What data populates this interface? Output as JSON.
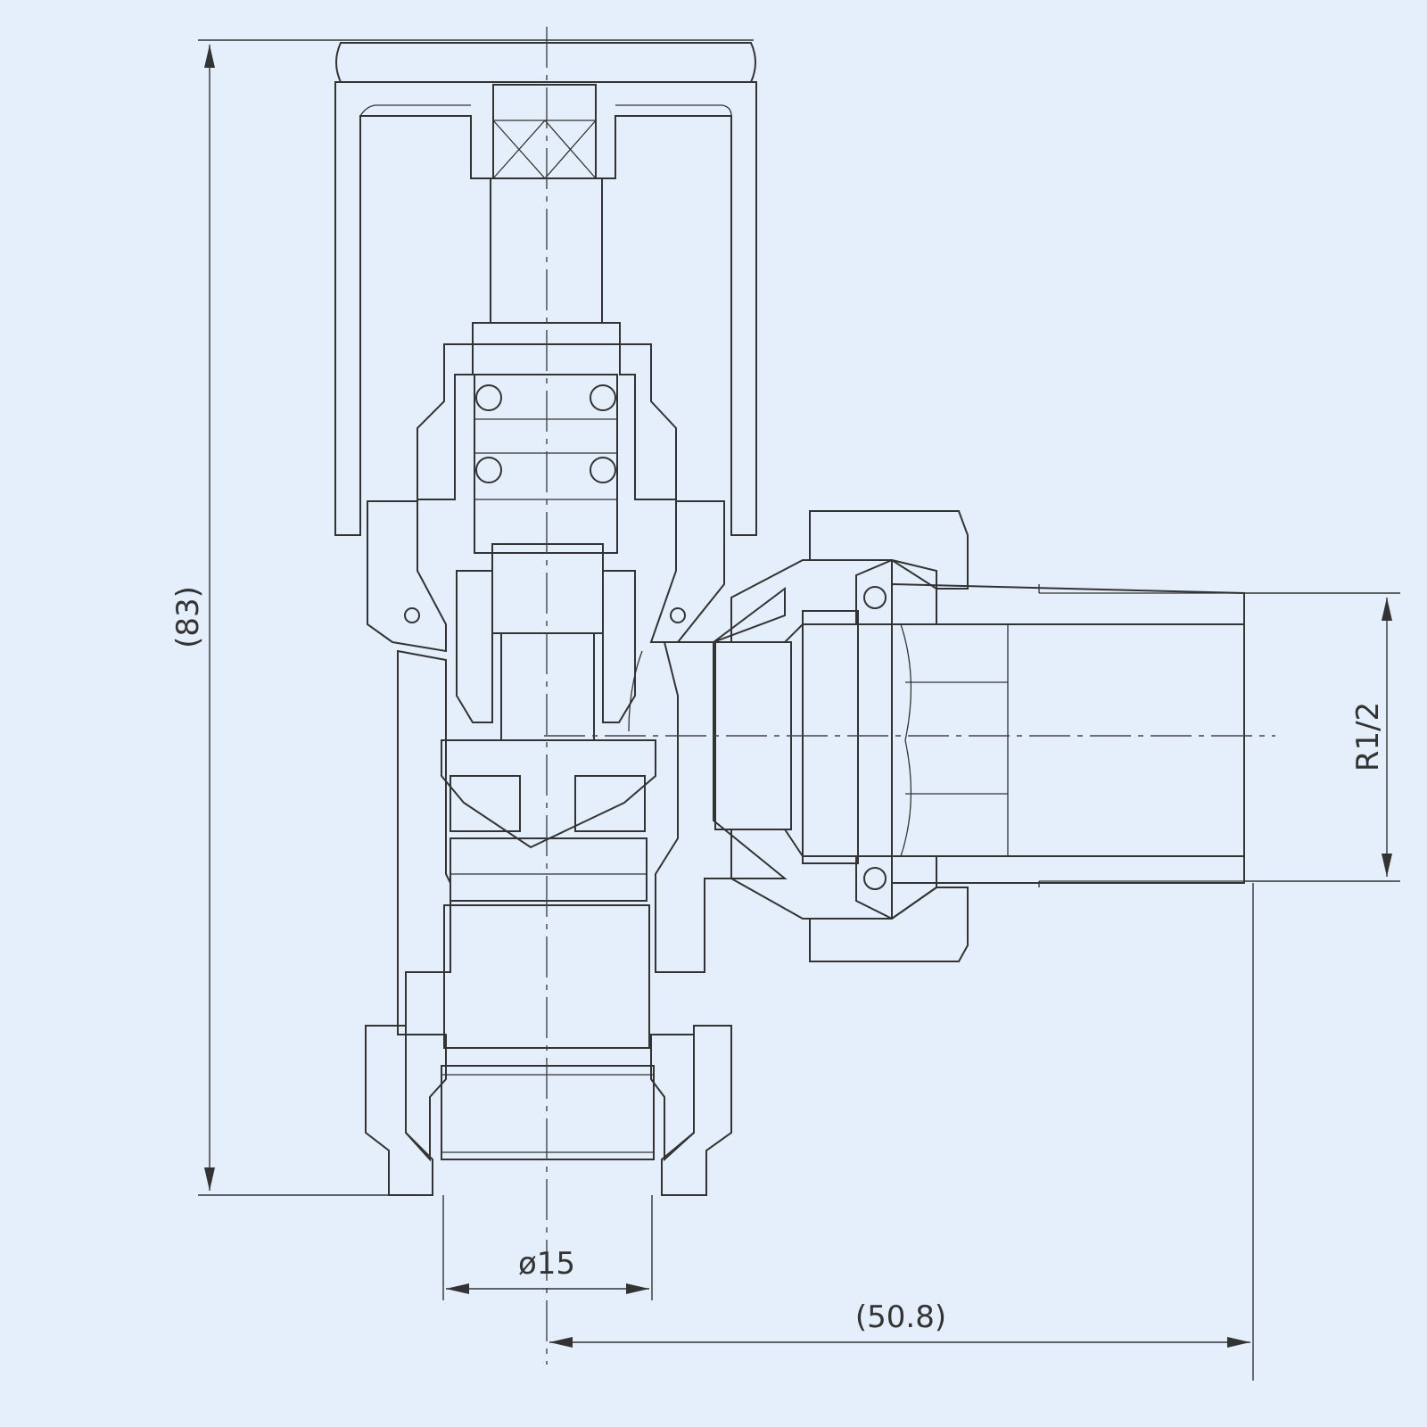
{
  "drawing": {
    "dimensions": {
      "overall_height": "(83)",
      "thread_size": "R1/2",
      "pipe_diameter": "ø15",
      "offset_length": "(50.8)"
    },
    "colors": {
      "background": "#e4effb",
      "line": "#333333"
    }
  }
}
